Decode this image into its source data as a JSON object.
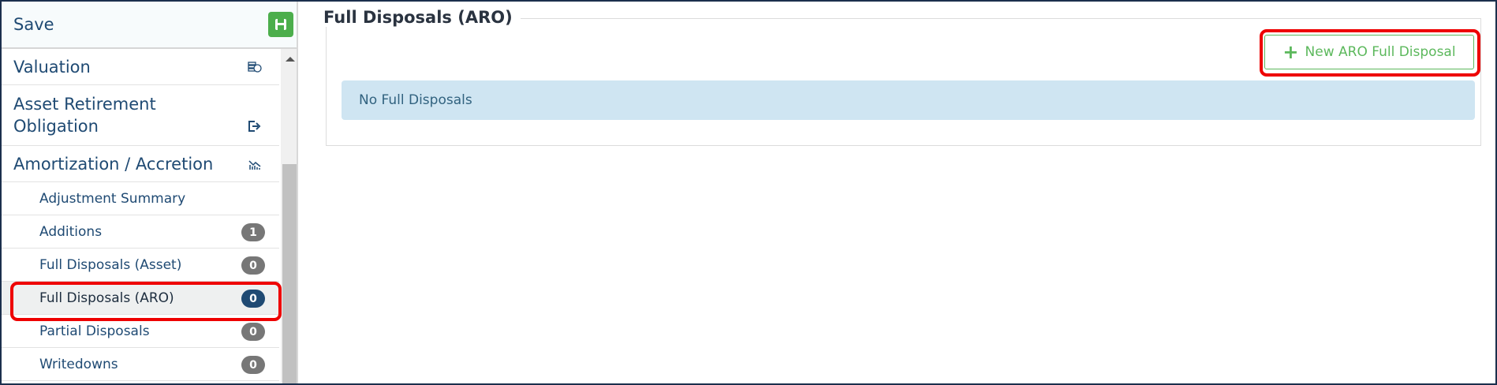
{
  "sidebar": {
    "save_label": "Save",
    "top_items": [
      {
        "label": "Valuation",
        "icon": "coins-dollar-icon"
      },
      {
        "label": "Asset Retirement Obligation",
        "icon": "sign-out-icon"
      },
      {
        "label": "Amortization / Accretion",
        "icon": "chart-down-icon"
      }
    ],
    "sub_items": [
      {
        "label": "Adjustment Summary",
        "badge": null
      },
      {
        "label": "Additions",
        "badge": "1"
      },
      {
        "label": "Full Disposals (Asset)",
        "badge": "0"
      },
      {
        "label": "Full Disposals (ARO)",
        "badge": "0",
        "selected": true
      },
      {
        "label": "Partial Disposals",
        "badge": "0"
      },
      {
        "label": "Writedowns",
        "badge": "0"
      }
    ]
  },
  "main": {
    "section_title": "Full Disposals (ARO)",
    "new_button_label": "New ARO Full Disposal",
    "empty_message": "No Full Disposals"
  },
  "colors": {
    "brand": "#1f4a73",
    "success": "#5cb85c",
    "highlight": "#ee0000",
    "info_bg": "#cfe5f2"
  }
}
